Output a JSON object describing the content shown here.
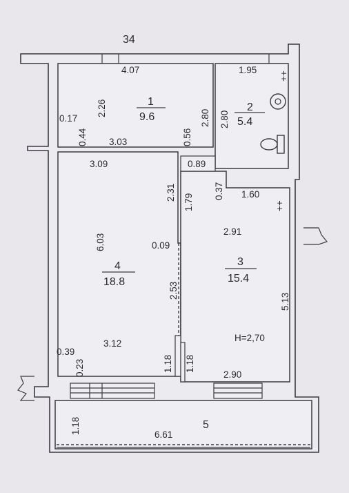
{
  "plan": {
    "top_dimension": "34",
    "height_note": "H=2,70",
    "rooms": [
      {
        "id": "1",
        "area": "9.6"
      },
      {
        "id": "2",
        "area": "5.4"
      },
      {
        "id": "3",
        "area": "15.4"
      },
      {
        "id": "4",
        "area": "18.8"
      },
      {
        "id": "5"
      }
    ],
    "dimensions": {
      "r1_top": "4.07",
      "r1_left_height": "2.26",
      "r1_wall_left": "0.17",
      "r1_wall_left2": "0.44",
      "r1_bottom": "3.03",
      "r1_wall_right": "0.56",
      "r1_right_height": "2.80",
      "r2_top": "1.95",
      "r2_left_height": "2.80",
      "corridor_width": "0.89",
      "r4_top": "3.09",
      "r4_right_upper": "2.31",
      "r4_left_height": "6.03",
      "r4_gap": "0.09",
      "r4_bottom": "3.12",
      "r4_wall_bottom": "0.39",
      "r4_wall_bottom2": "0.23",
      "r4_door_height": "1.18",
      "r3_left_upper": "1.79",
      "r3_wall_top": "0.37",
      "r3_top_small": "1.60",
      "r3_width_upper": "2.91",
      "r3_divider": "2.53",
      "r3_right_height": "5.13",
      "r3_door_height": "1.18",
      "r3_bottom": "2.90",
      "r5_height": "1.18",
      "r5_width": "6.61"
    },
    "symbols": {
      "outlet_room2": "++",
      "outlet_room3": "++"
    }
  }
}
